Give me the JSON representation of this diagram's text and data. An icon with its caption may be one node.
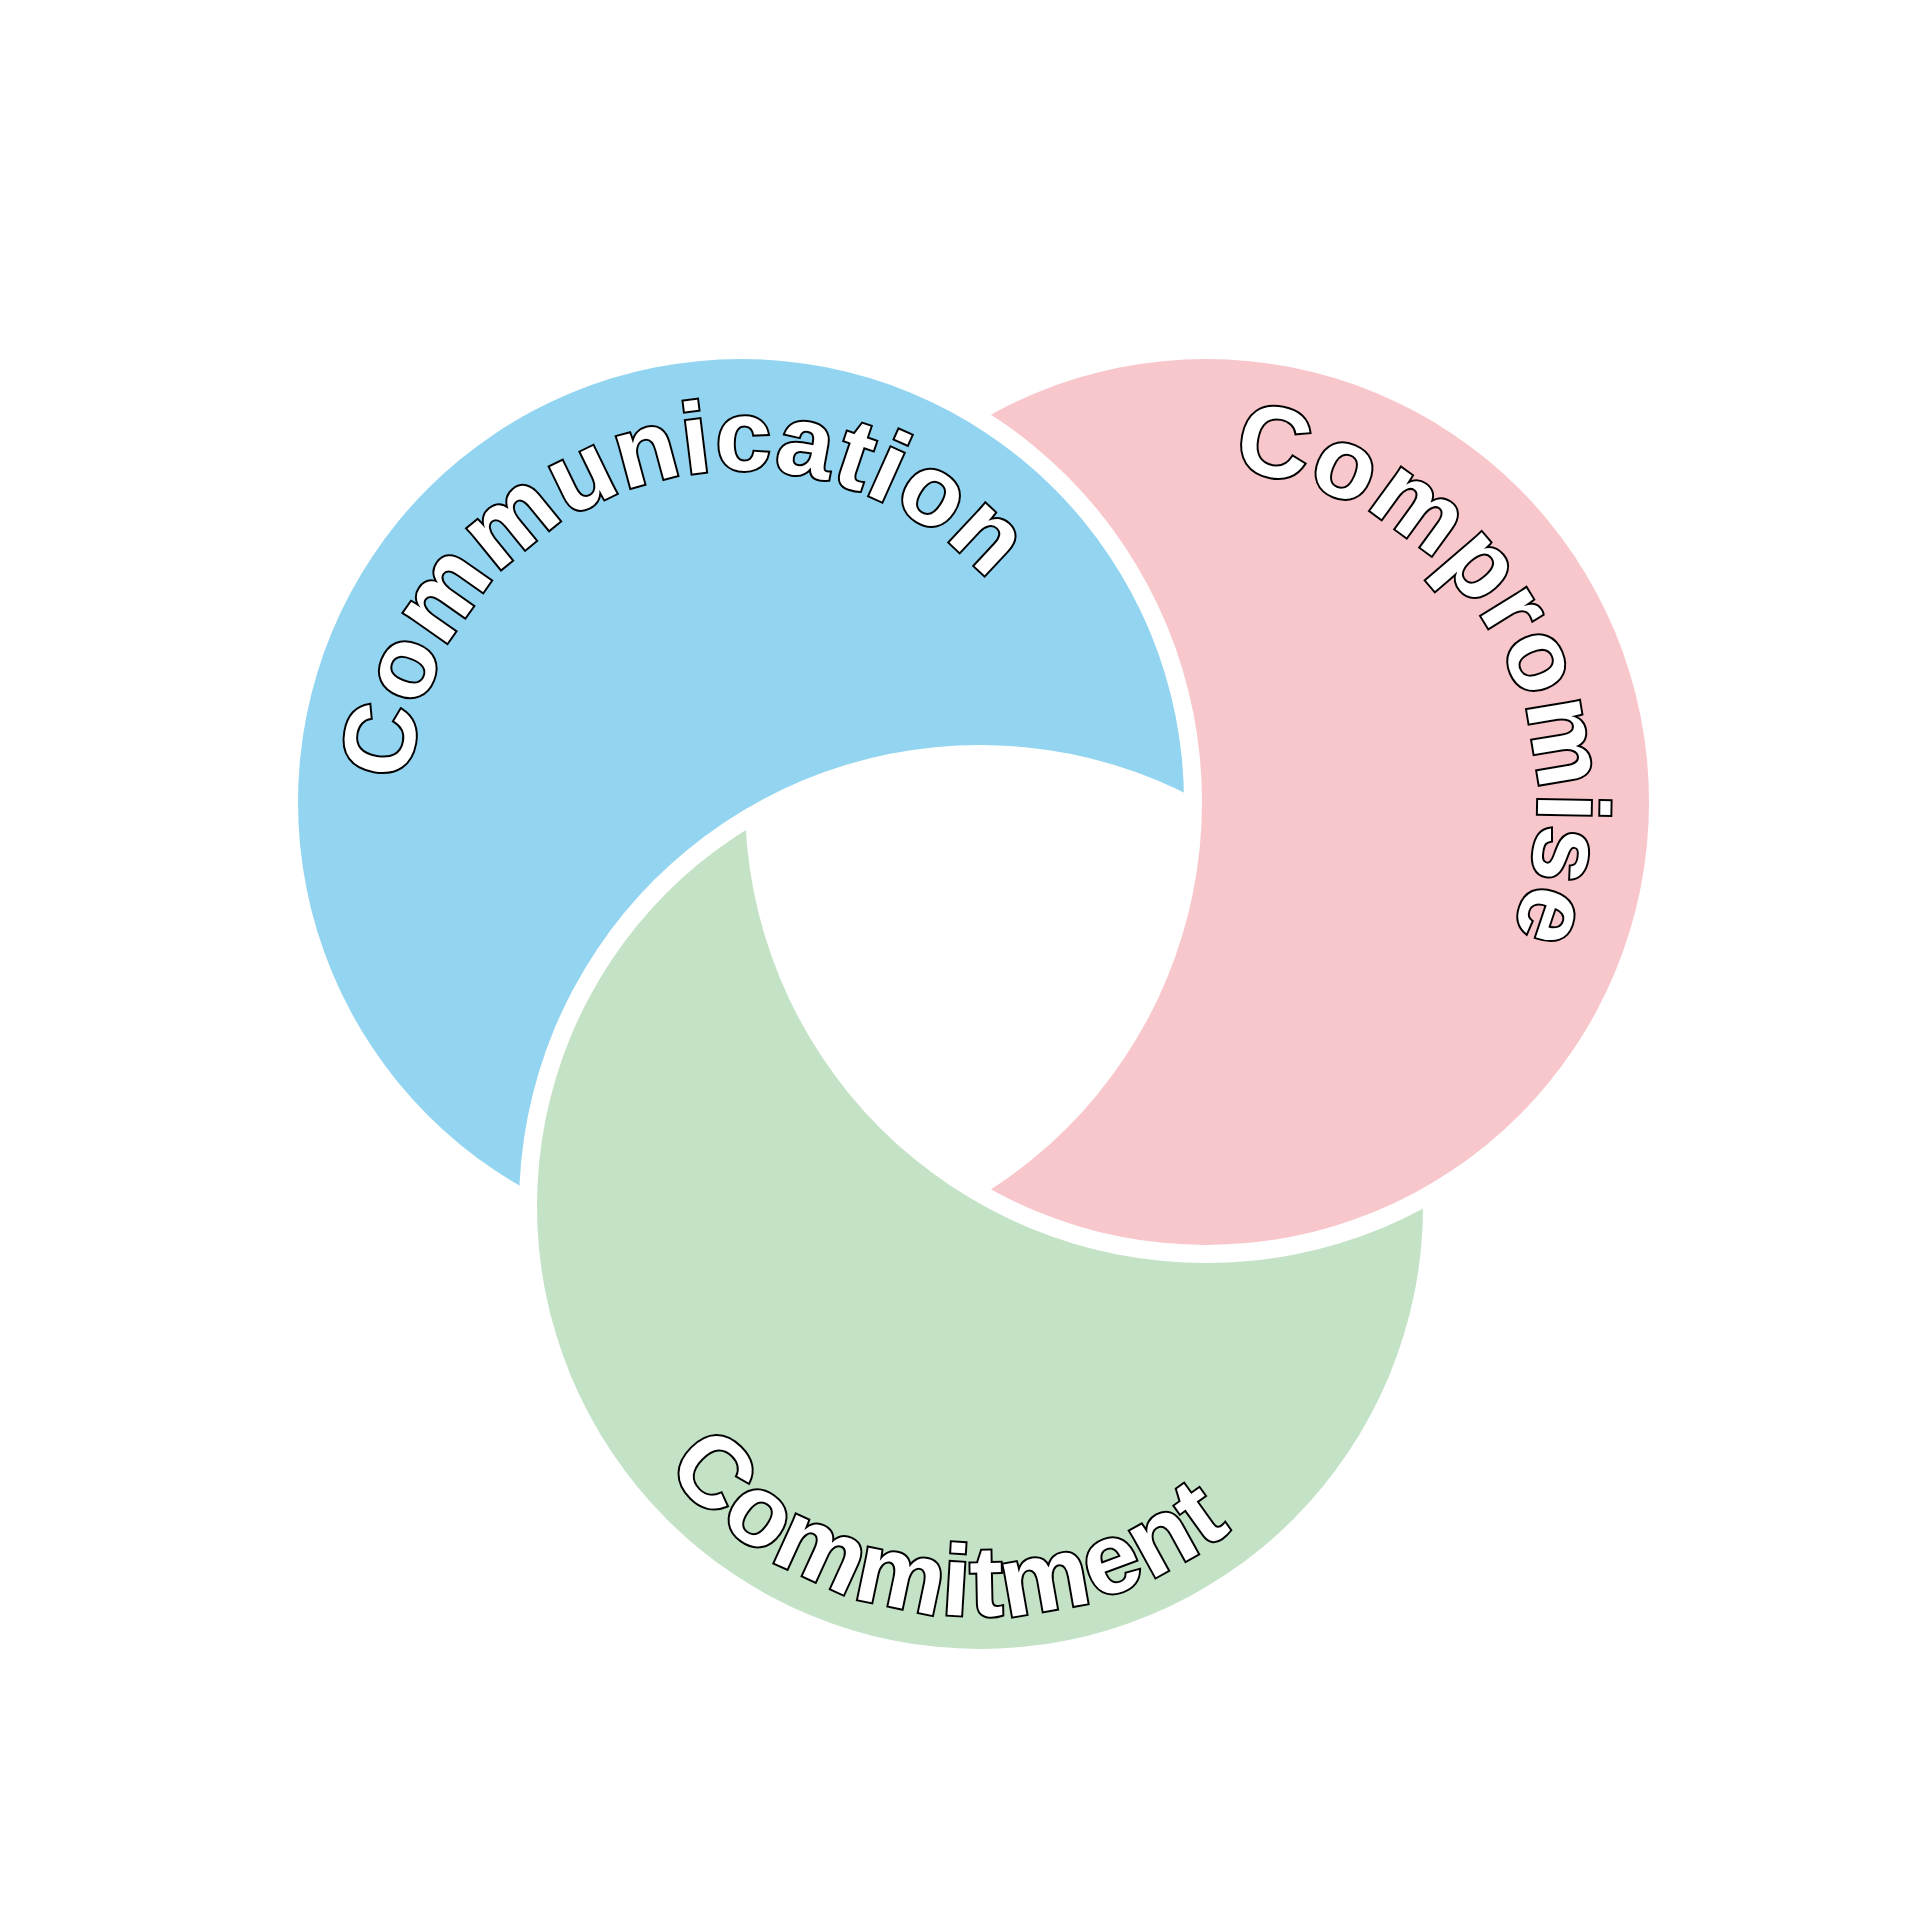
{
  "diagram": {
    "nodes": [
      {
        "text": [
          "Communication"
        ]
      },
      {
        "text": [
          "Compromise"
        ]
      },
      {
        "text": [
          "Commitment"
        ]
      }
    ]
  }
}
